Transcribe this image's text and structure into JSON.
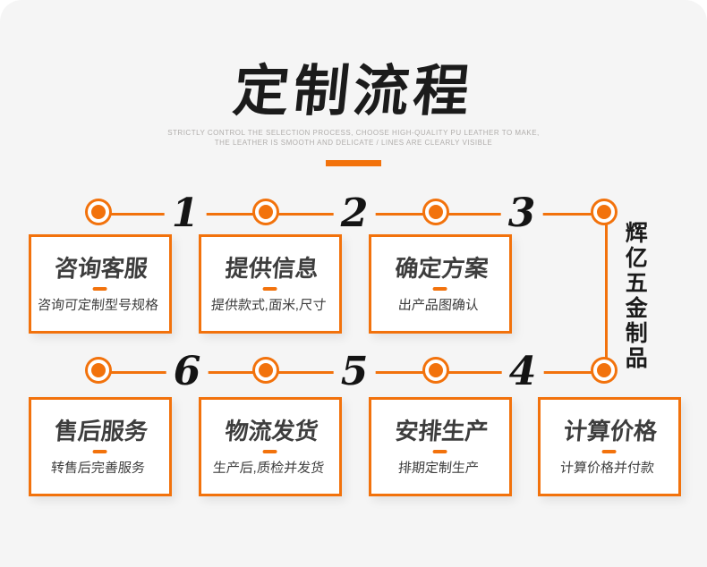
{
  "colors": {
    "accent_orange": "#f2720c",
    "card_background": "#f5f5f5",
    "page_background": "#ffffff",
    "title_black": "#1b1b1b",
    "box_text_gray": "#3d3d3d",
    "subtitle_gray": "#b1aeac"
  },
  "header": {
    "title": "定制流程",
    "subtitle_line1": "STRICTLY CONTROL THE SELECTION PROCESS, CHOOSE HIGH-QUALITY PU LEATHER TO MAKE,",
    "subtitle_line2": "THE LEATHER IS SMOOTH AND DELICATE / LINES ARE CLEARLY VISIBLE"
  },
  "brand": {
    "vertical_name": "辉亿五金制品"
  },
  "flow": {
    "top_row": {
      "numbers": [
        "1",
        "2",
        "3"
      ],
      "steps": [
        {
          "title": "咨询客服",
          "desc": "咨询可定制型号规格"
        },
        {
          "title": "提供信息",
          "desc": "提供款式,面米,尺寸"
        },
        {
          "title": "确定方案",
          "desc": "出产品图确认"
        }
      ]
    },
    "bottom_row": {
      "numbers": [
        "6",
        "5",
        "4"
      ],
      "steps": [
        {
          "title": "售后服务",
          "desc": "转售后完善服务"
        },
        {
          "title": "物流发货",
          "desc": "生产后,质检并发货"
        },
        {
          "title": "安排生产",
          "desc": "排期定制生产"
        },
        {
          "title": "计算价格",
          "desc": "计算价格并付款"
        }
      ]
    }
  }
}
